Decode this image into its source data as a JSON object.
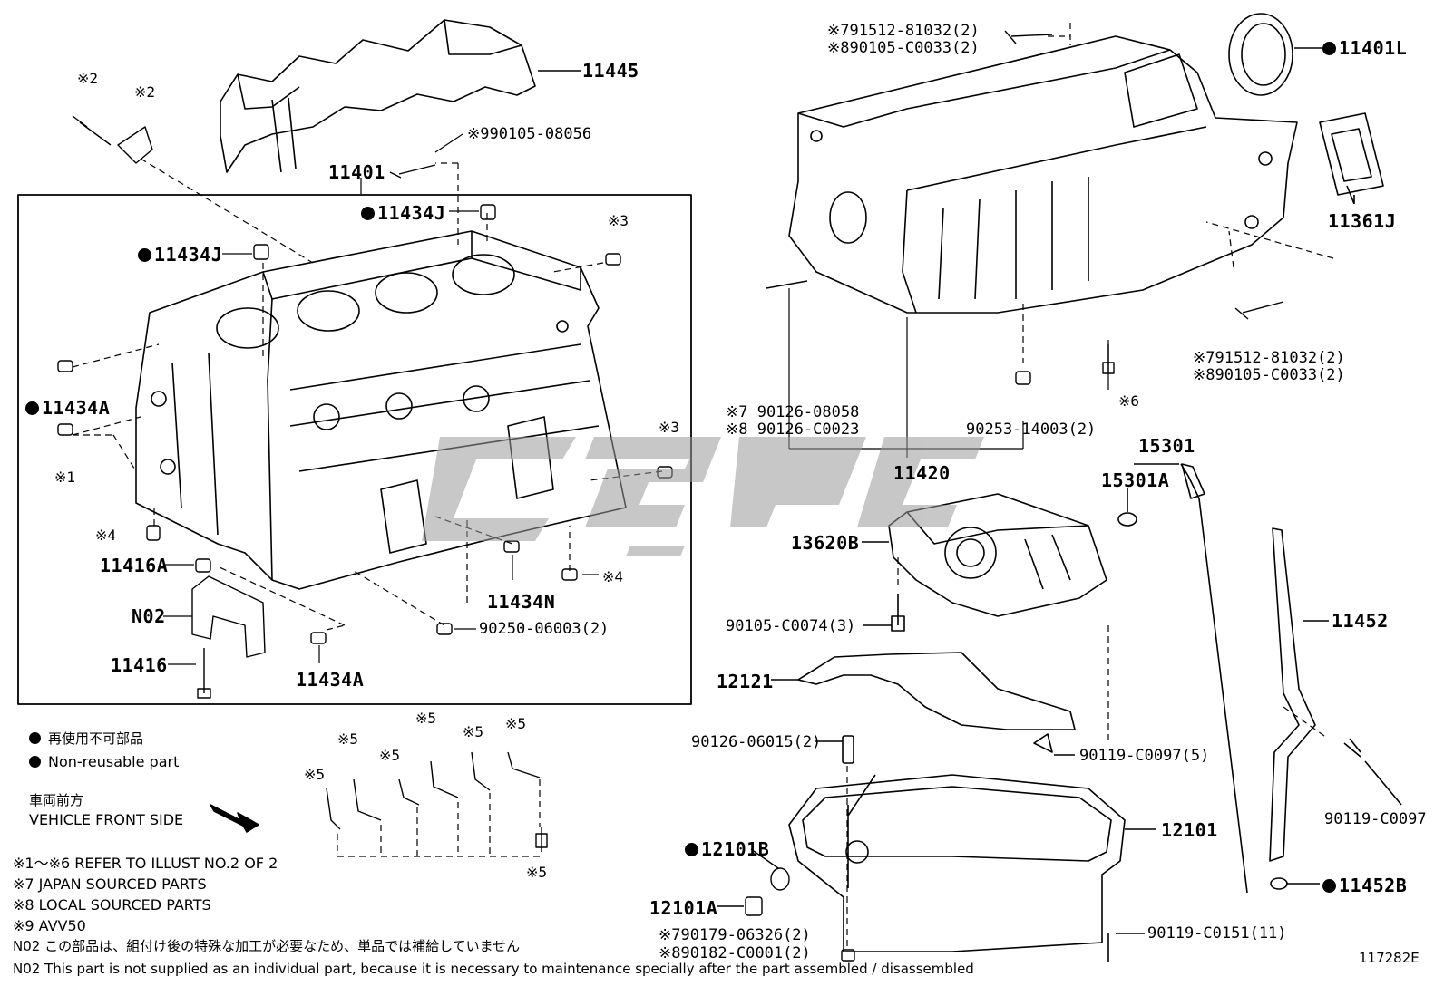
{
  "diagram": {
    "ref_code": "117282E",
    "labels": {
      "l11445": "11445",
      "l11401": "11401",
      "l11401L": "11401L",
      "l11361J": "11361J",
      "l11434J_a": "11434J",
      "l11434J_b": "11434J",
      "l11434A_a": "11434A",
      "l11434A_b": "11434A",
      "l11434N": "11434N",
      "l11416A": "11416A",
      "l11416": "11416",
      "lN02": "N02",
      "l11420": "11420",
      "l15301": "15301",
      "l15301A": "15301A",
      "l13620B": "13620B",
      "l11452": "11452",
      "l11452B": "11452B",
      "l12121": "12121",
      "l12101": "12101",
      "l12101B": "12101B",
      "l12101A": "12101A"
    },
    "small_labels": {
      "k2a": "※2",
      "k2b": "※2",
      "k3a": "※3",
      "k3b": "※3",
      "k1": "※1",
      "k4a": "※4",
      "k4b": "※4",
      "k6": "※6",
      "k5a": "※5",
      "k5b": "※5",
      "k5c": "※5",
      "k5d": "※5",
      "k5e": "※5",
      "k5f": "※5",
      "k5g": "※5",
      "p90105_08056": "※990105-08056",
      "p90250": "90250-06003(2)",
      "p91512_top1": "※791512-81032(2)",
      "p90105_top2": "※890105-C0033(2)",
      "p91512_r1": "※791512-81032(2)",
      "p90105_r2": "※890105-C0033(2)",
      "p90126_08058": "※7 90126-08058",
      "p90126_C0023": "※8 90126-C0023",
      "p90253": "90253-14003(2)",
      "p90105_C0074": "90105-C0074(3)",
      "p90126_06015": "90126-06015(2)",
      "p90119_C0097_5": "90119-C0097(5)",
      "p90119_C0097": "90119-C0097",
      "p90179": "※790179-06326(2)",
      "p90182": "※890182-C0001(2)",
      "p90119_C0151": "90119-C0151(11)"
    },
    "legend": {
      "nonreuse_ja": "再使用不可部品",
      "nonreuse_en": "Non-reusable part",
      "front_ja": "車両前方",
      "front_en": "VEHICLE FRONT SIDE"
    },
    "notes": {
      "n1": "※1～※6 REFER TO ILLUST NO.2 OF 2",
      "n7": "※7 JAPAN SOURCED PARTS",
      "n8": "※8 LOCAL SOURCED PARTS",
      "n9": "※9 AVV50",
      "n02_ja": "N02  この部品は、組付け後の特殊な加工が必要なため、単品では補給していません",
      "n02_en": "N02  This part is not supplied as an individual part, because it is necessary to maintenance specially after the part assembled / disassembled"
    }
  }
}
